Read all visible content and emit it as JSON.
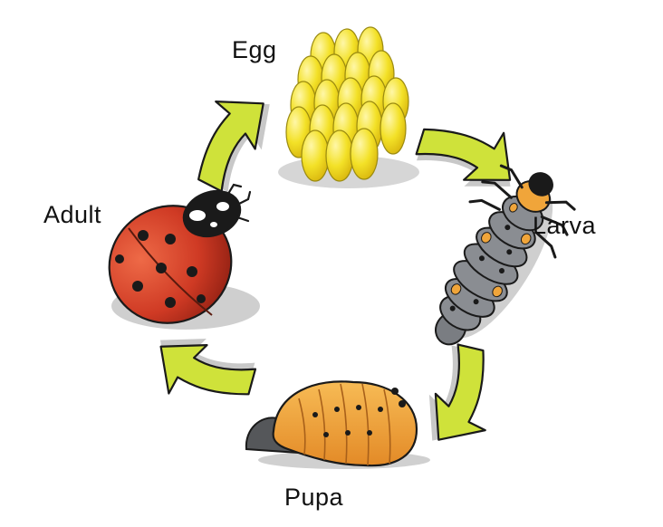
{
  "stages": {
    "egg": {
      "label": "Egg",
      "illustration": "egg-cluster"
    },
    "larva": {
      "label": "Larva",
      "illustration": "ladybug-larva"
    },
    "pupa": {
      "label": "Pupa",
      "illustration": "ladybug-pupa"
    },
    "adult": {
      "label": "Adult",
      "illustration": "ladybug-adult"
    }
  },
  "cycle_order": [
    "Egg",
    "Larva",
    "Pupa",
    "Adult"
  ],
  "colors": {
    "arrow_fill": "#cfe23a",
    "arrow_stroke": "#1a1a1a",
    "arrow_shadow": "#c8c8c8",
    "egg_fill": "#f3e127",
    "larva_body": "#8a8d92",
    "larva_spots": "#f0a53a",
    "pupa_fill": "#f3a53e",
    "adult_shell": "#d8432c",
    "adult_spots": "#1a1a1a"
  }
}
